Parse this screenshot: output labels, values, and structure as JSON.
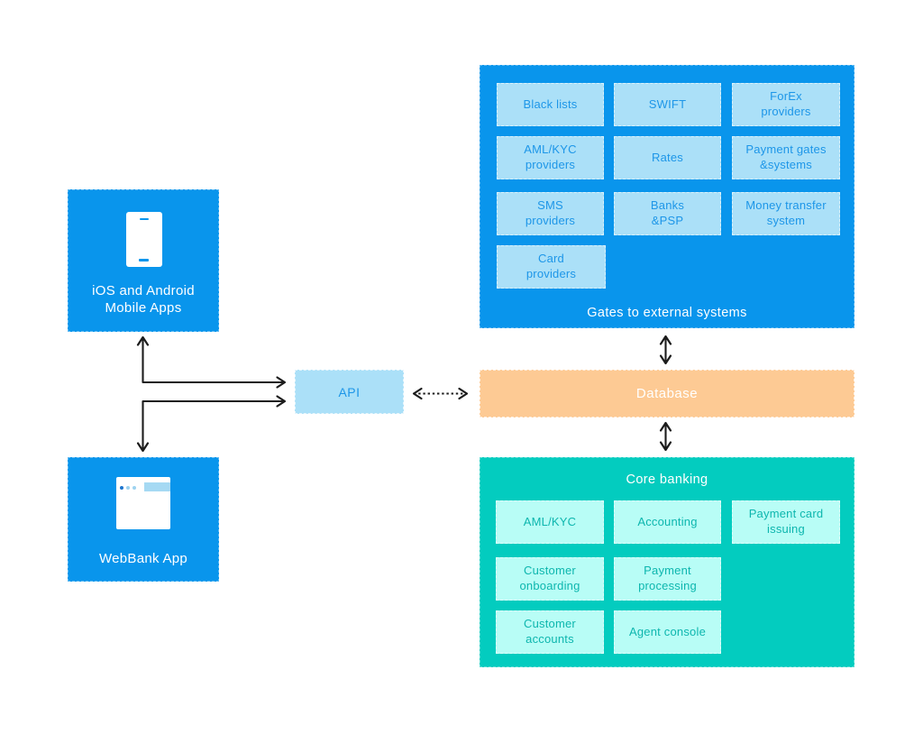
{
  "palette": {
    "blue": "#0995ec",
    "light_blue": "#abe0f8",
    "teal": "#03ccbf",
    "mint": "#b8fdf6",
    "orange": "#fdca94",
    "blue_text": "#1d96e8",
    "teal_text": "#0db6ae",
    "arrow": "#1c1c1c"
  },
  "apps": {
    "mobile": {
      "label": "iOS and Android\nMobile Apps",
      "icon": "smartphone-icon"
    },
    "web": {
      "label": "WebBank App",
      "icon": "browser-window-icon"
    }
  },
  "api": {
    "label": "API"
  },
  "database": {
    "label": "Database"
  },
  "gates": {
    "title": "Gates to external systems",
    "items": [
      "Black lists",
      "SWIFT",
      "ForEx\nproviders",
      "AML/KYC\nproviders",
      "Rates",
      "Payment gates\n&systems",
      "SMS\nproviders",
      "Banks\n&PSP",
      "Money transfer\nsystem",
      "Card\nproviders"
    ]
  },
  "core": {
    "title": "Core banking",
    "items": [
      "AML/KYC",
      "Accounting",
      "Payment card\nissuing",
      "Customer\nonboarding",
      "Payment\nprocessing",
      "Customer\naccounts",
      "Agent console"
    ]
  }
}
